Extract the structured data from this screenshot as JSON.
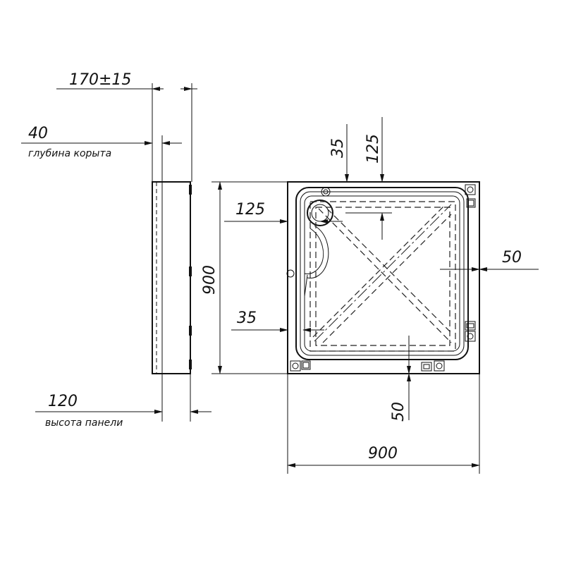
{
  "drawing": {
    "side_view": {
      "total_height_label": "170±15",
      "tray_depth_label": "40",
      "tray_depth_caption": "глубина корыта",
      "panel_height_label": "120",
      "panel_height_caption": "высота панели",
      "length_label": "900"
    },
    "plan_view": {
      "top_width_label": "900",
      "drain_offset_x_label": "35",
      "drain_offset_y_label": "125",
      "drain_offset_left_label": "125",
      "left_margin_label": "35",
      "right_margin_label": "50",
      "bottom_margin_label": "50"
    }
  }
}
